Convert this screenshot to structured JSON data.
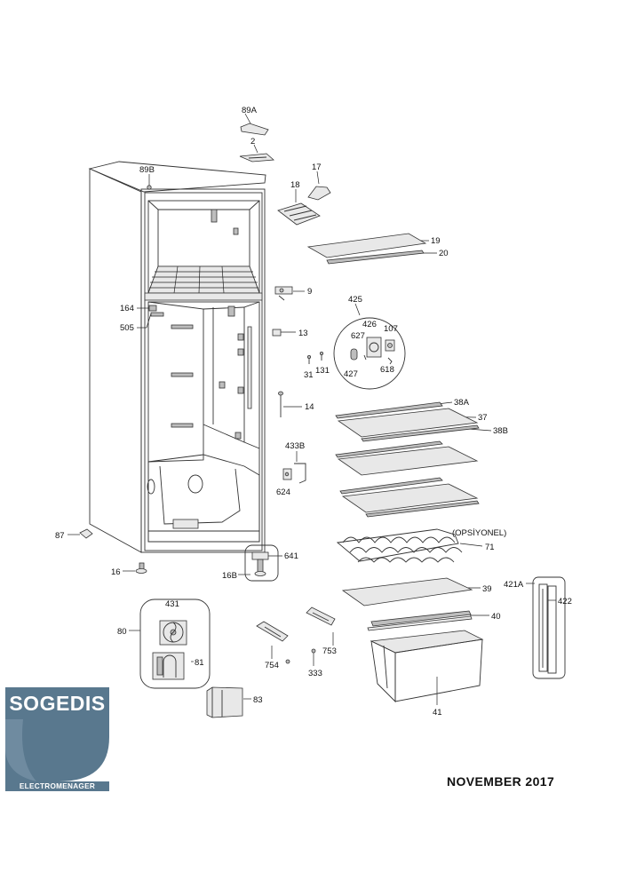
{
  "parts": [
    {
      "id": "89A"
    },
    {
      "id": "2"
    },
    {
      "id": "89B"
    },
    {
      "id": "17"
    },
    {
      "id": "18"
    },
    {
      "id": "19"
    },
    {
      "id": "20"
    },
    {
      "id": "9"
    },
    {
      "id": "164"
    },
    {
      "id": "505"
    },
    {
      "id": "425"
    },
    {
      "id": "426"
    },
    {
      "id": "627"
    },
    {
      "id": "107"
    },
    {
      "id": "427"
    },
    {
      "id": "618"
    },
    {
      "id": "13"
    },
    {
      "id": "31"
    },
    {
      "id": "131"
    },
    {
      "id": "14"
    },
    {
      "id": "38A"
    },
    {
      "id": "37"
    },
    {
      "id": "38B"
    },
    {
      "id": "433B"
    },
    {
      "id": "624"
    },
    {
      "id": "87"
    },
    {
      "id": "71"
    },
    {
      "id": "641"
    },
    {
      "id": "16"
    },
    {
      "id": "16B"
    },
    {
      "id": "39"
    },
    {
      "id": "421A"
    },
    {
      "id": "422"
    },
    {
      "id": "431"
    },
    {
      "id": "80"
    },
    {
      "id": "81"
    },
    {
      "id": "40"
    },
    {
      "id": "754"
    },
    {
      "id": "753"
    },
    {
      "id": "333"
    },
    {
      "id": "41"
    },
    {
      "id": "83"
    }
  ],
  "notes": {
    "optional": "(OPSİYONEL)"
  },
  "logo": {
    "brand": "SOGEDIS",
    "tagline": "ELECTROMENAGER",
    "color": "#59788e"
  },
  "footer": {
    "date": "NOVEMBER 2017"
  }
}
